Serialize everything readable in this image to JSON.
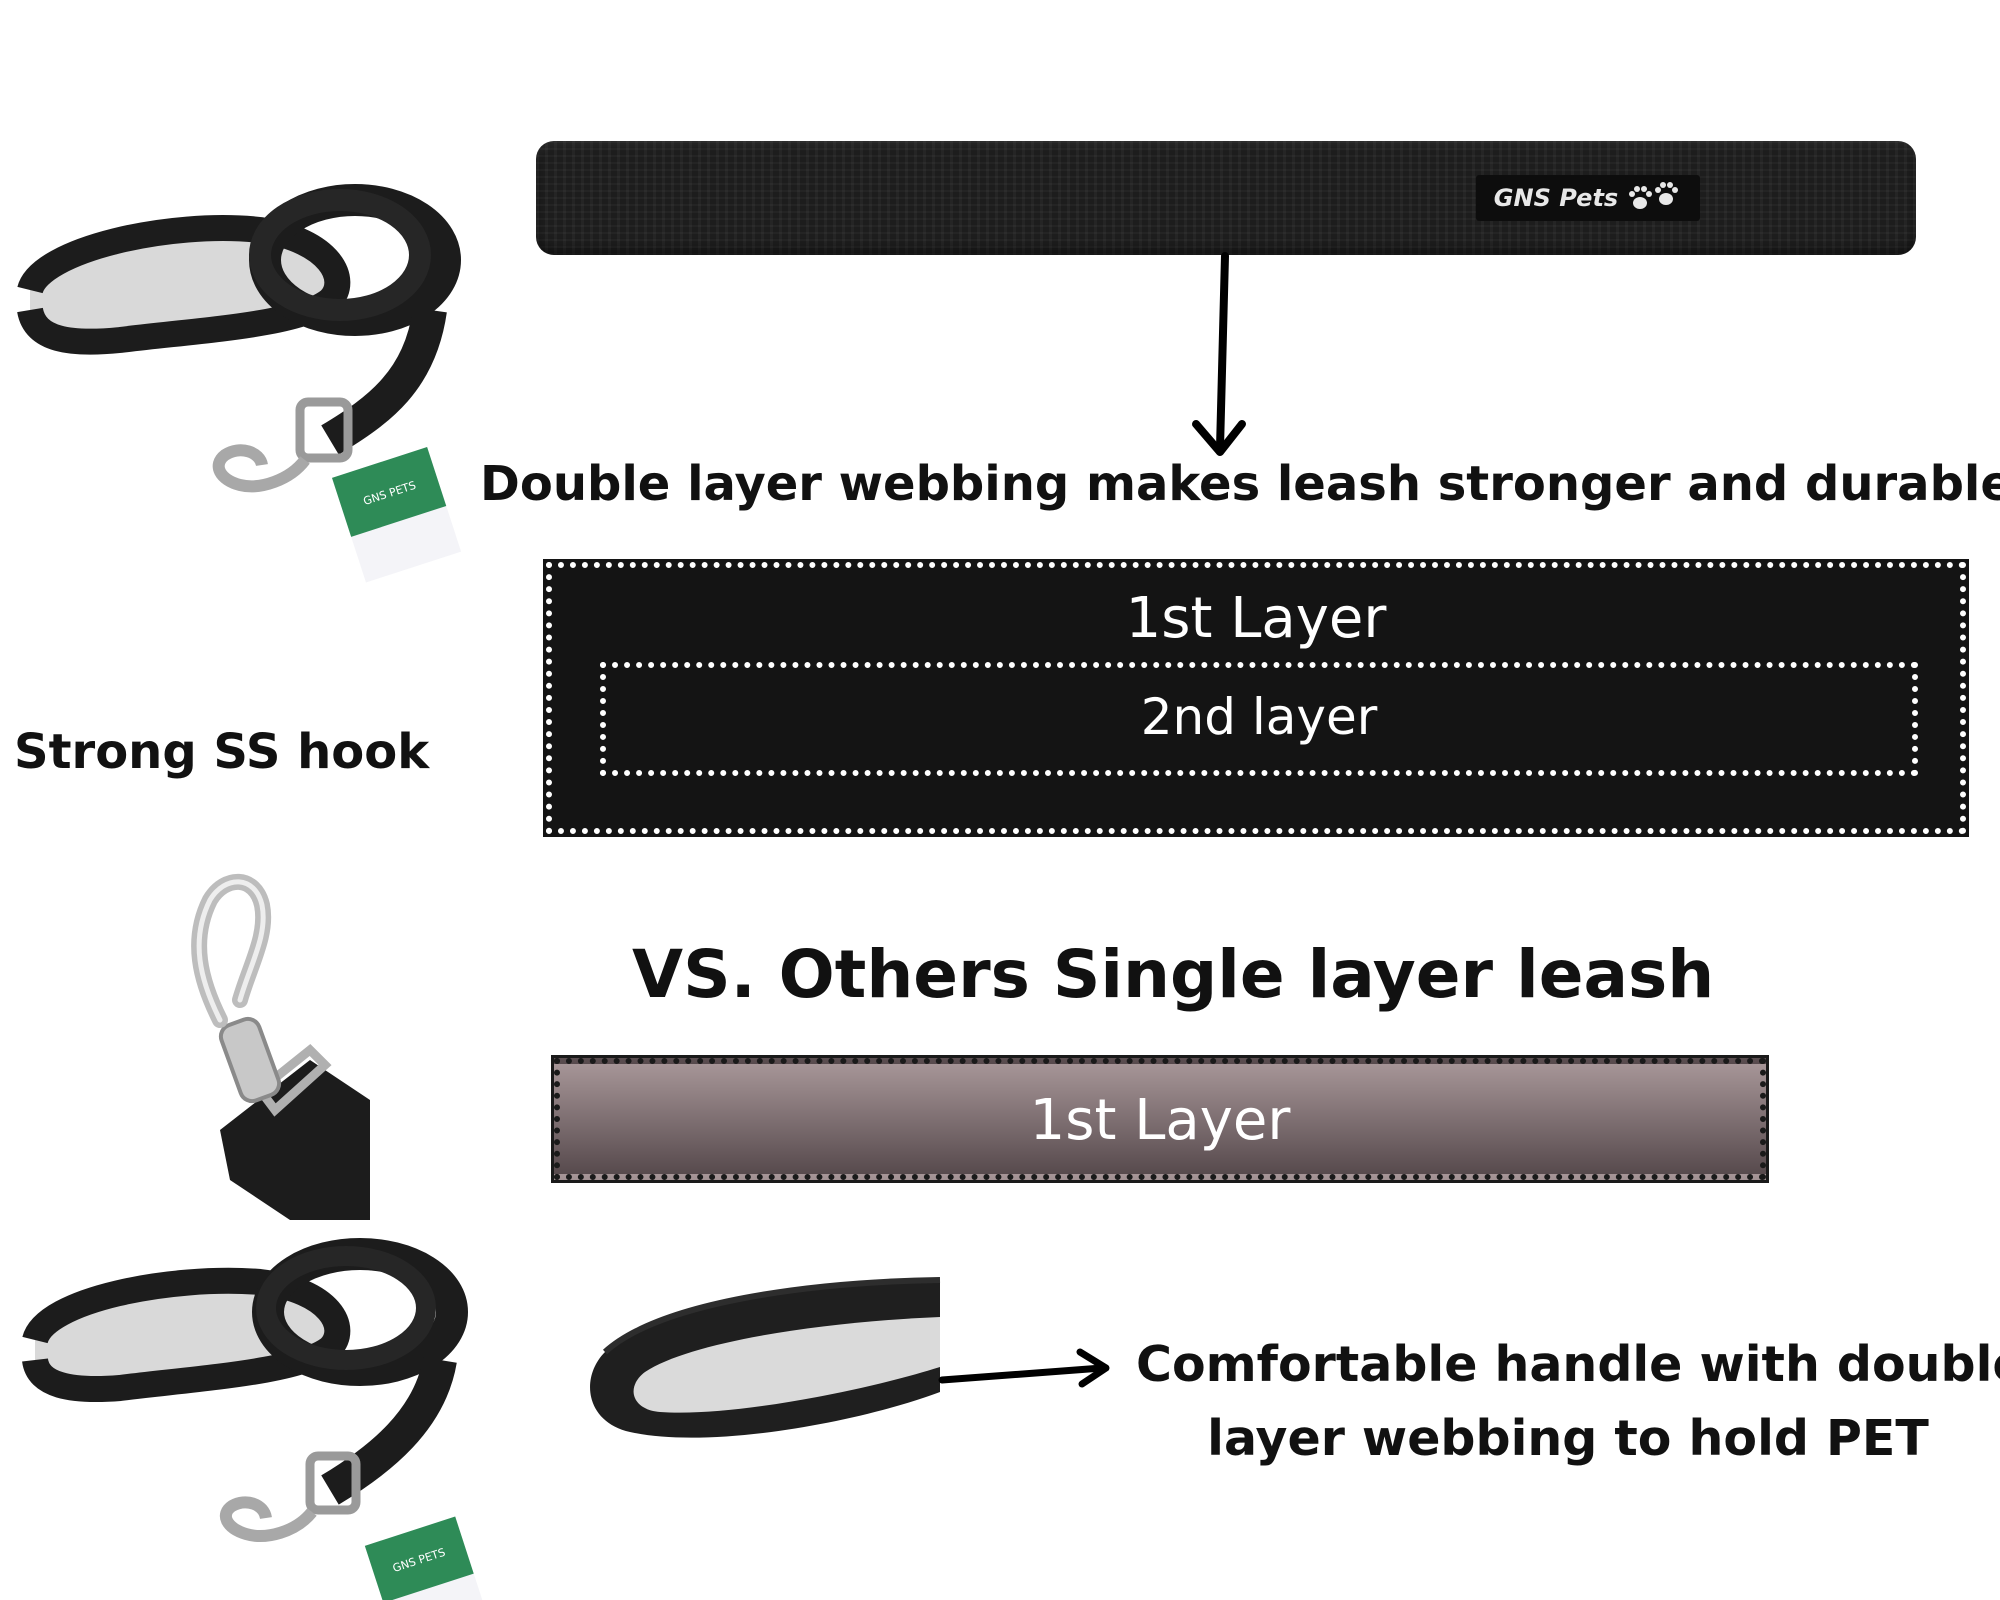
{
  "top_strap": {
    "brand_label": "GNS Pets",
    "paw_icon": "paw-prints-icon"
  },
  "captions": {
    "double_layer": "Double layer webbing  makes leash stronger and durable",
    "hook": "Strong  SS hook",
    "versus": "VS. Others Single layer leash",
    "handle_line1": "Comfortable handle with double",
    "handle_line2": "layer webbing to hold PET"
  },
  "double_layer_diagram": {
    "outer_label": "1st Layer",
    "inner_label": "2nd layer"
  },
  "single_layer_diagram": {
    "label": "1st Layer"
  },
  "colors": {
    "strap": "#1d1d1d",
    "diagram_dark": "#141414",
    "single_top": "#a69597",
    "single_bottom": "#574a4d",
    "tag_green": "#2e8b57"
  }
}
